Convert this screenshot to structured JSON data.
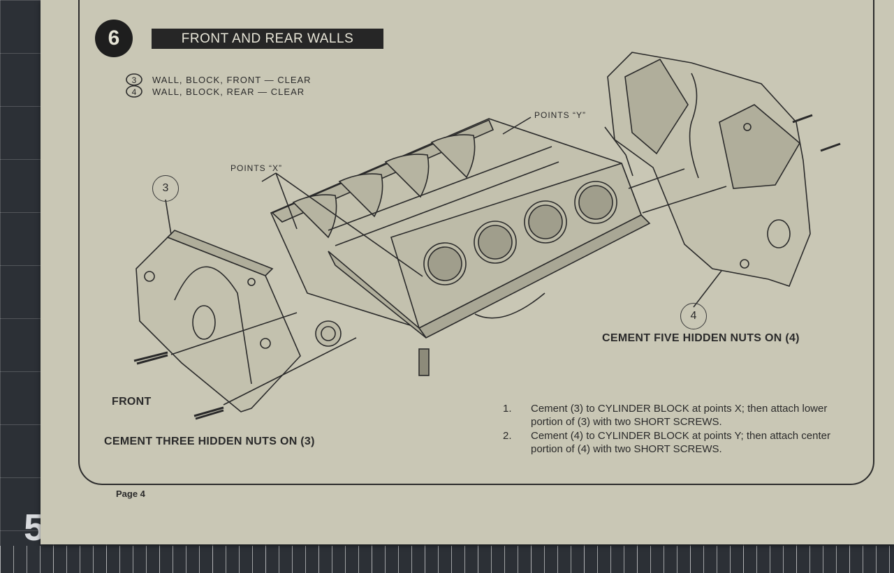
{
  "header": {
    "step_number": "6",
    "step_title": "FRONT AND REAR WALLS"
  },
  "parts_list": [
    {
      "number": "3",
      "label": "WALL, BLOCK, FRONT — CLEAR"
    },
    {
      "number": "4",
      "label": "WALL, BLOCK, REAR — CLEAR"
    }
  ],
  "callouts": {
    "points_x": "POINTS “X”",
    "points_y": "POINTS “Y”",
    "part_3": "3",
    "part_4": "4",
    "front": "FRONT"
  },
  "notes": {
    "front_nuts": "CEMENT THREE HIDDEN NUTS ON (3)",
    "rear_nuts": "CEMENT FIVE HIDDEN NUTS ON (4)"
  },
  "instructions": [
    {
      "number": "1.",
      "text": "Cement (3) to CYLINDER BLOCK at points X; then attach lower portion of (3) with two SHORT SCREWS."
    },
    {
      "number": "2.",
      "text": "Cement (4) to CYLINDER BLOCK at points Y; then attach center portion of (4) with two SHORT SCREWS."
    }
  ],
  "footer": {
    "page": "Page 4",
    "mat_number": "5"
  }
}
